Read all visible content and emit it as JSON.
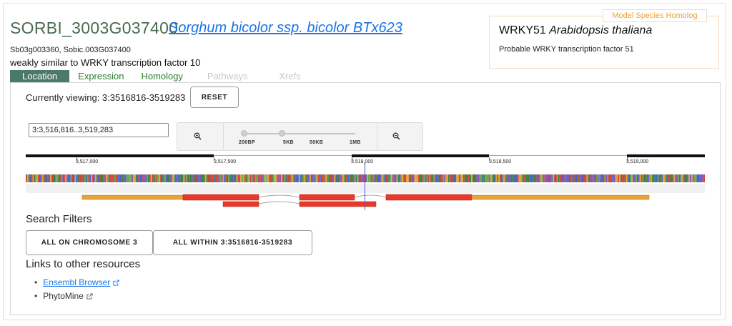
{
  "gene": {
    "id": "SORBI_3003G037400",
    "species": "Sorghum bicolor ssp. bicolor BTx623",
    "synonyms": "Sb03g003360, Sobic.003G037400",
    "description": "weakly similar to WRKY transcription factor 10"
  },
  "homolog": {
    "tab_label": "Model Species Homolog",
    "name": "WRKY51",
    "species": "Arabidopsis thaliana",
    "description": "Probable WRKY transcription factor 51"
  },
  "tabs": [
    {
      "label": "Location",
      "state": "active"
    },
    {
      "label": "Expression",
      "state": "enabled"
    },
    {
      "label": "Homology",
      "state": "enabled"
    },
    {
      "label": "Pathways",
      "state": "disabled"
    },
    {
      "label": "Xrefs",
      "state": "disabled"
    }
  ],
  "location": {
    "viewing_label": "Currently viewing: 3:3516816-3519283",
    "reset_label": "RESET",
    "coordinate_value": "3:3,516,816..3,519,283",
    "zoom_in_icon": "zoom-in-icon",
    "zoom_out_icon": "zoom-out-icon",
    "zoom_levels": [
      "200BP",
      "5KB",
      "50KB",
      "1MB"
    ],
    "zoom_selected": "5KB",
    "ruler_ticks": [
      "3,517,000",
      "3,517,500",
      "3,518,000",
      "3,518,500",
      "3,519,000"
    ]
  },
  "filters": {
    "title": "Search Filters",
    "chromosome_button": "ALL ON CHROMOSOME 3",
    "within_button": "ALL WITHIN 3:3516816-3519283"
  },
  "links": {
    "title": "Links to other resources",
    "items": [
      {
        "label": "Ensembl Browser",
        "is_link": true,
        "icon": "external-link-icon"
      },
      {
        "label": "PhytoMine",
        "is_link": false,
        "icon": "external-link-icon"
      }
    ]
  },
  "colors": {
    "utr": "#e8a33a",
    "cds": "#e8392a",
    "accent": "#4b7a6a",
    "cursor": "#4a55d6",
    "link": "#1a73e8"
  }
}
